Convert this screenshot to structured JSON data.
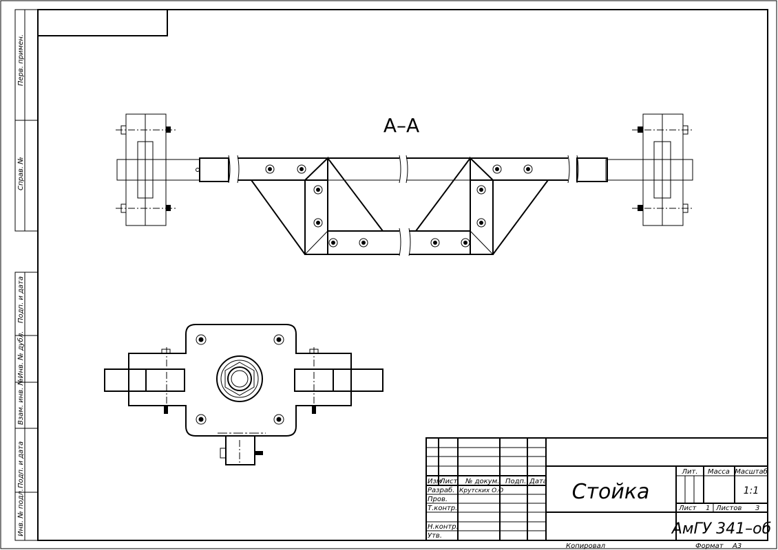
{
  "section_label": "А–А",
  "side_labels": [
    "Перв. примен.",
    "Справ. №",
    "Подп. и дата",
    "Инв. № дубл.",
    "Взам. инв. №",
    "Подп. и дата",
    "Инв. № подл."
  ],
  "title_block": {
    "headers": {
      "izm": "Изм",
      "list": "Лист",
      "doc": "№ докум.",
      "podp": "Подп.",
      "data": "Дата"
    },
    "roles": [
      "Разраб.",
      "Пров.",
      "Т.контр.",
      "Н.контр.",
      "Утв."
    ],
    "developer": "Крутских О.О",
    "title": "Стойка",
    "lit": "Лит.",
    "massa": "Масса",
    "masshtab": "Масштаб",
    "scale": "1:1",
    "sheet_label": "Лист",
    "sheet_value": "1",
    "sheets_label": "Листов",
    "sheets_value": "3",
    "designation": "АмГУ 341–об",
    "copied": "Копировал",
    "format_label": "Формат",
    "format_value": "А3"
  }
}
